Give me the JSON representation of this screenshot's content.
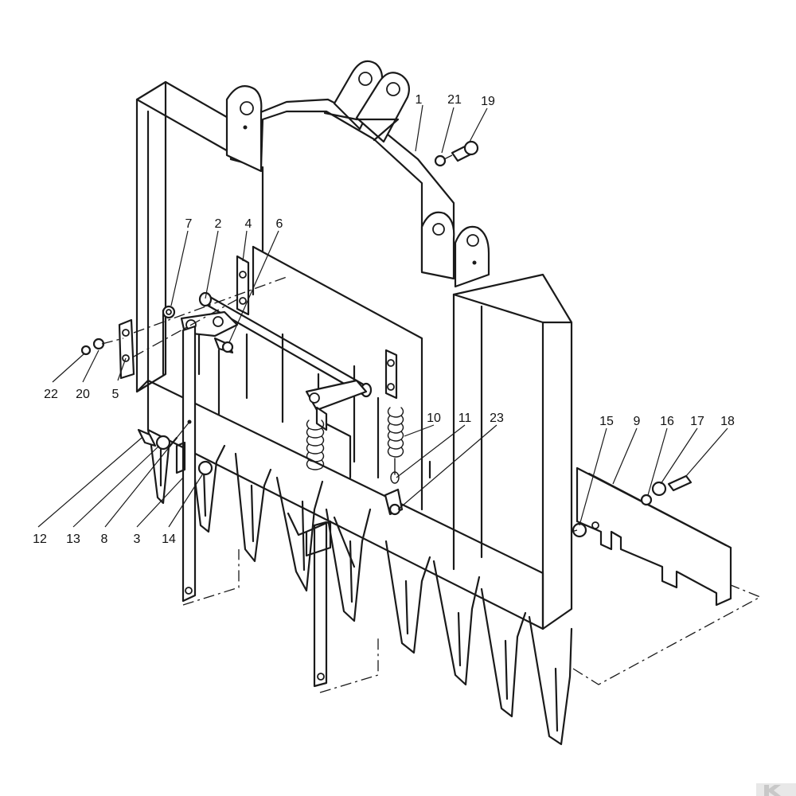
{
  "diagram": {
    "callouts": [
      {
        "id": "c1",
        "text": "1"
      },
      {
        "id": "c2",
        "text": "2"
      },
      {
        "id": "c3",
        "text": "3"
      },
      {
        "id": "c4",
        "text": "4"
      },
      {
        "id": "c5",
        "text": "5"
      },
      {
        "id": "c6",
        "text": "6"
      },
      {
        "id": "c7",
        "text": "7"
      },
      {
        "id": "c8",
        "text": "8"
      },
      {
        "id": "c9",
        "text": "9"
      },
      {
        "id": "c10",
        "text": "10"
      },
      {
        "id": "c11",
        "text": "11"
      },
      {
        "id": "c12",
        "text": "12"
      },
      {
        "id": "c13",
        "text": "13"
      },
      {
        "id": "c14",
        "text": "14"
      },
      {
        "id": "c15",
        "text": "15"
      },
      {
        "id": "c16",
        "text": "16"
      },
      {
        "id": "c17",
        "text": "17"
      },
      {
        "id": "c18",
        "text": "18"
      },
      {
        "id": "c19",
        "text": "19"
      },
      {
        "id": "c20",
        "text": "20"
      },
      {
        "id": "c21",
        "text": "21"
      },
      {
        "id": "c22",
        "text": "22"
      },
      {
        "id": "c23",
        "text": "23"
      }
    ],
    "line_color": "#1a1a1a",
    "background": "#ffffff",
    "logo": "K"
  }
}
